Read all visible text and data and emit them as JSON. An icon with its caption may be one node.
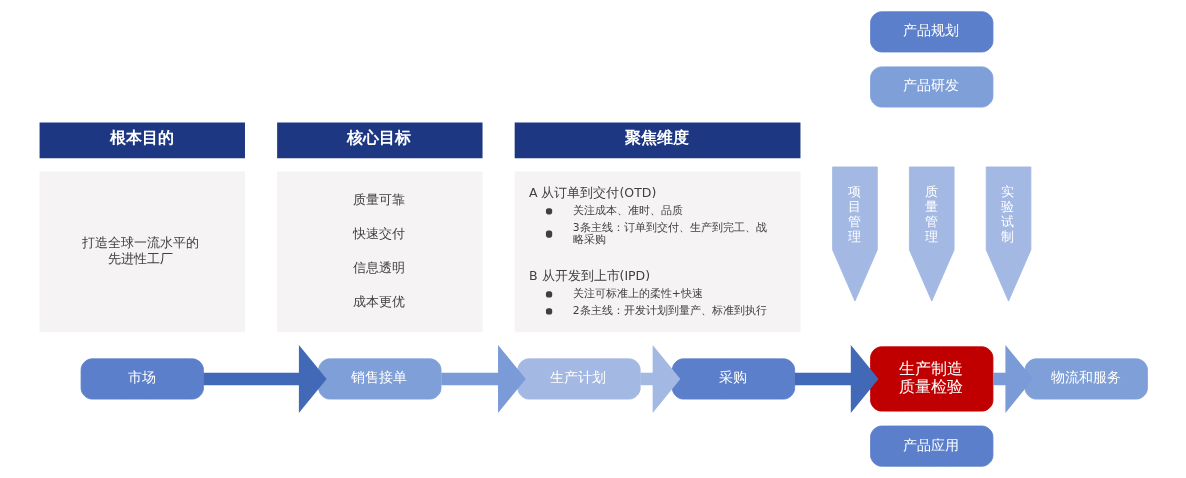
{
  "diagram": {
    "nodes": [
      {
        "text": [
          "根本目的",
          "打造全球一流水平的先进性工厂"
        ]
      },
      {
        "text": [
          "核心目标",
          "质量可靠",
          "快速交付",
          "信息透明",
          "成本更优"
        ]
      },
      {
        "text": [
          "聚焦维度",
          "A 从订单到交付(OTD)",
          "关注成本、准时、品质",
          "3条主线：订单到交付、生产到完工、战略采购",
          "B 从开发到上市(IPD)",
          "关注可标准上的柔性+快速",
          "2条主线：开发计划到量产、标准到执行"
        ]
      },
      {
        "text": [
          "产品规划"
        ]
      },
      {
        "text": [
          "产品研发"
        ]
      },
      {
        "text": [
          "项目管理"
        ]
      },
      {
        "text": [
          "质量管理"
        ]
      },
      {
        "text": [
          "实验试制"
        ]
      },
      {
        "text": [
          "市场"
        ]
      },
      {
        "text": [
          "销售接单"
        ]
      },
      {
        "text": [
          "生产计划"
        ]
      },
      {
        "text": [
          "采购"
        ]
      },
      {
        "text": [
          "生产制造",
          "质量检验"
        ]
      },
      {
        "text": [
          "物流和服务"
        ]
      },
      {
        "text": [
          "产品应用"
        ]
      }
    ],
    "edges": [
      {
        "from": 8,
        "to": 9,
        "arrow": "to",
        "color": "#4169b8"
      },
      {
        "from": 9,
        "to": 10,
        "arrow": "to",
        "color": "#7b9bd8"
      },
      {
        "from": 10,
        "to": 11,
        "arrow": "to",
        "color": "#a3b8e2"
      },
      {
        "from": 11,
        "to": 12,
        "arrow": "to",
        "color": "#4169b8"
      },
      {
        "from": 12,
        "to": 13,
        "arrow": "to",
        "color": "#7b9bd8"
      }
    ]
  }
}
